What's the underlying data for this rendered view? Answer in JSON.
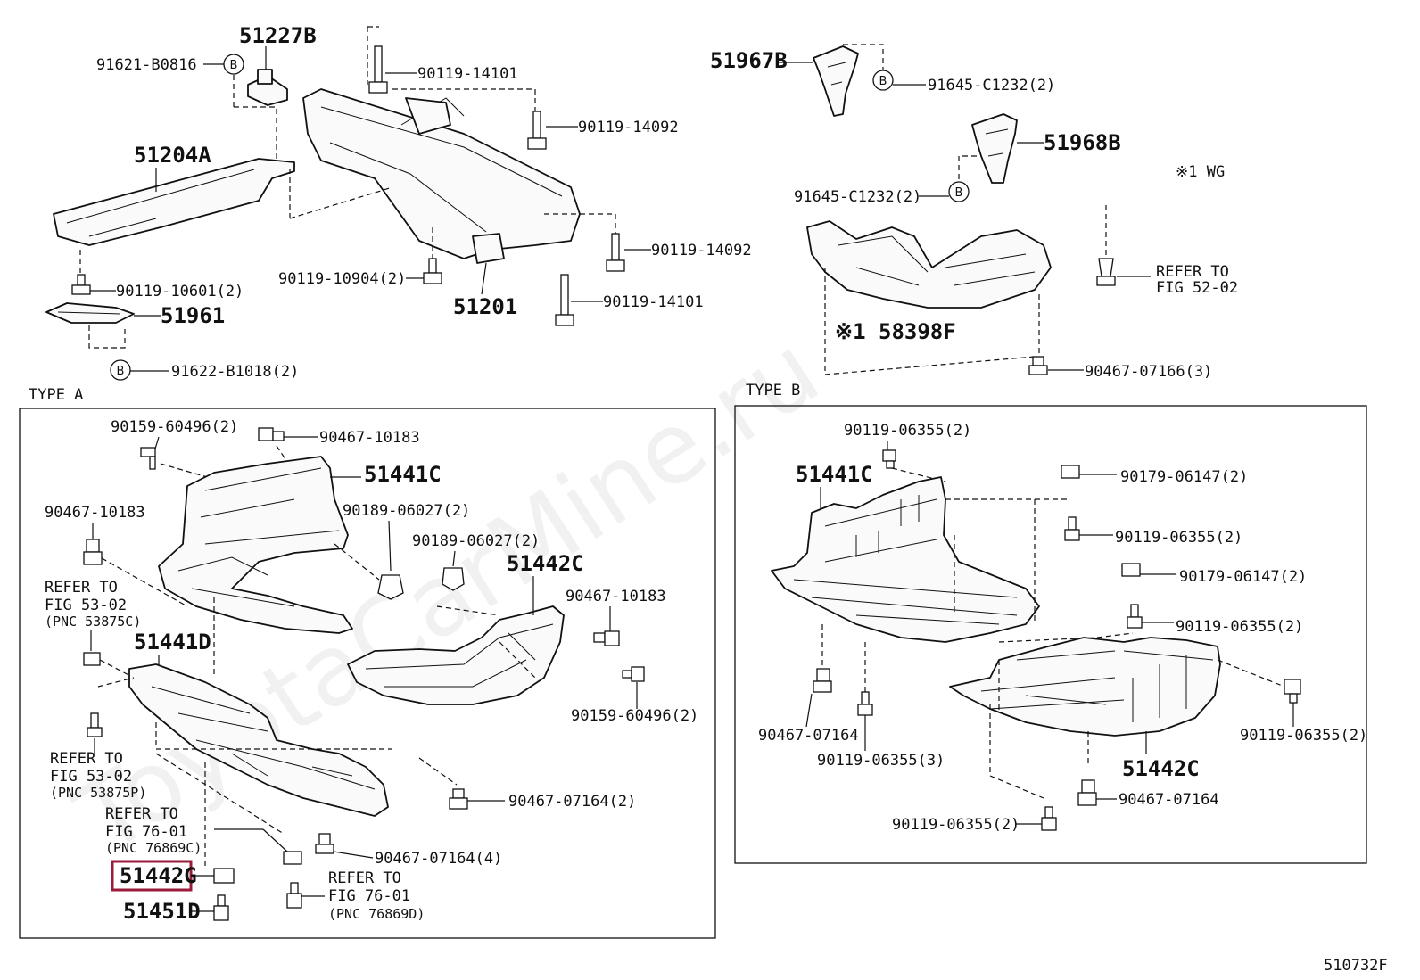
{
  "watermark": "ToyotaCarMine.ru",
  "diagram_id": "510732F",
  "highlighted_part": "51442G",
  "upper_labels": {
    "p51227B": "51227B",
    "p91621_B0816": "91621-B0816",
    "p90119_14101_a": "90119-14101",
    "p90119_14092_a": "90119-14092",
    "p51204A": "51204A",
    "p90119_14092_b": "90119-14092",
    "p90119_10601": "90119-10601(2)",
    "p90119_10904": "90119-10904(2)",
    "p51201": "51201",
    "p51961": "51961",
    "p90119_14101_b": "90119-14101",
    "p91622_B1018": "91622-B1018(2)",
    "p51967B": "51967B",
    "p91645_C1232_a": "91645-C1232(2)",
    "p51968B": "51968B",
    "note_wg": "※1  WG",
    "p91645_C1232_b": "91645-C1232(2)",
    "refer_52_line1": "REFER TO",
    "refer_52_line2": "FIG 52-02",
    "p58398F": "※1 58398F",
    "p90467_07166": "90467-07166(3)",
    "circle_b": "B"
  },
  "type_a": {
    "title": "TYPE  A",
    "p90159_60496_a": "90159-60496(2)",
    "p90467_10183_a": "90467-10183",
    "p51441C": "51441C",
    "p90189_06027_a": "90189-06027(2)",
    "p90467_10183_b": "90467-10183",
    "p90189_06027_b": "90189-06027(2)",
    "p51442C": "51442C",
    "refer1_l1": "REFER TO",
    "refer1_l2": "FIG 53-02",
    "refer1_l3": "(PNC 53875C)",
    "p90467_10183_c": "90467-10183",
    "p51441D": "51441D",
    "p90159_60496_b": "90159-60496(2)",
    "refer2_l1": "REFER TO",
    "refer2_l2": "FIG 53-02",
    "refer2_l3": "(PNC 53875P)",
    "p90467_07164_a": "90467-07164(2)",
    "refer3_l1": "REFER TO",
    "refer3_l2": "FIG 76-01",
    "refer3_l3": "(PNC 76869C)",
    "p90467_07164_b": "90467-07164(4)",
    "p51442G": "51442G",
    "refer4_l1": "REFER TO",
    "refer4_l2": "FIG 76-01",
    "refer4_l3": "(PNC 76869D)",
    "p51451D": "51451D"
  },
  "type_b": {
    "title": "TYPE  B",
    "p90119_06355_a": "90119-06355(2)",
    "p51441C": "51441C",
    "p90179_06147_a": "90179-06147(2)",
    "p90119_06355_b": "90119-06355(2)",
    "p90179_06147_b": "90179-06147(2)",
    "p90119_06355_c": "90119-06355(2)",
    "p90119_06355_d": "90119-06355(2)",
    "p90467_07164_a": "90467-07164",
    "p90119_06355_e": "90119-06355(3)",
    "p51442C": "51442C",
    "p90467_07164_b": "90467-07164",
    "p90119_06355_f": "90119-06355(2)"
  }
}
